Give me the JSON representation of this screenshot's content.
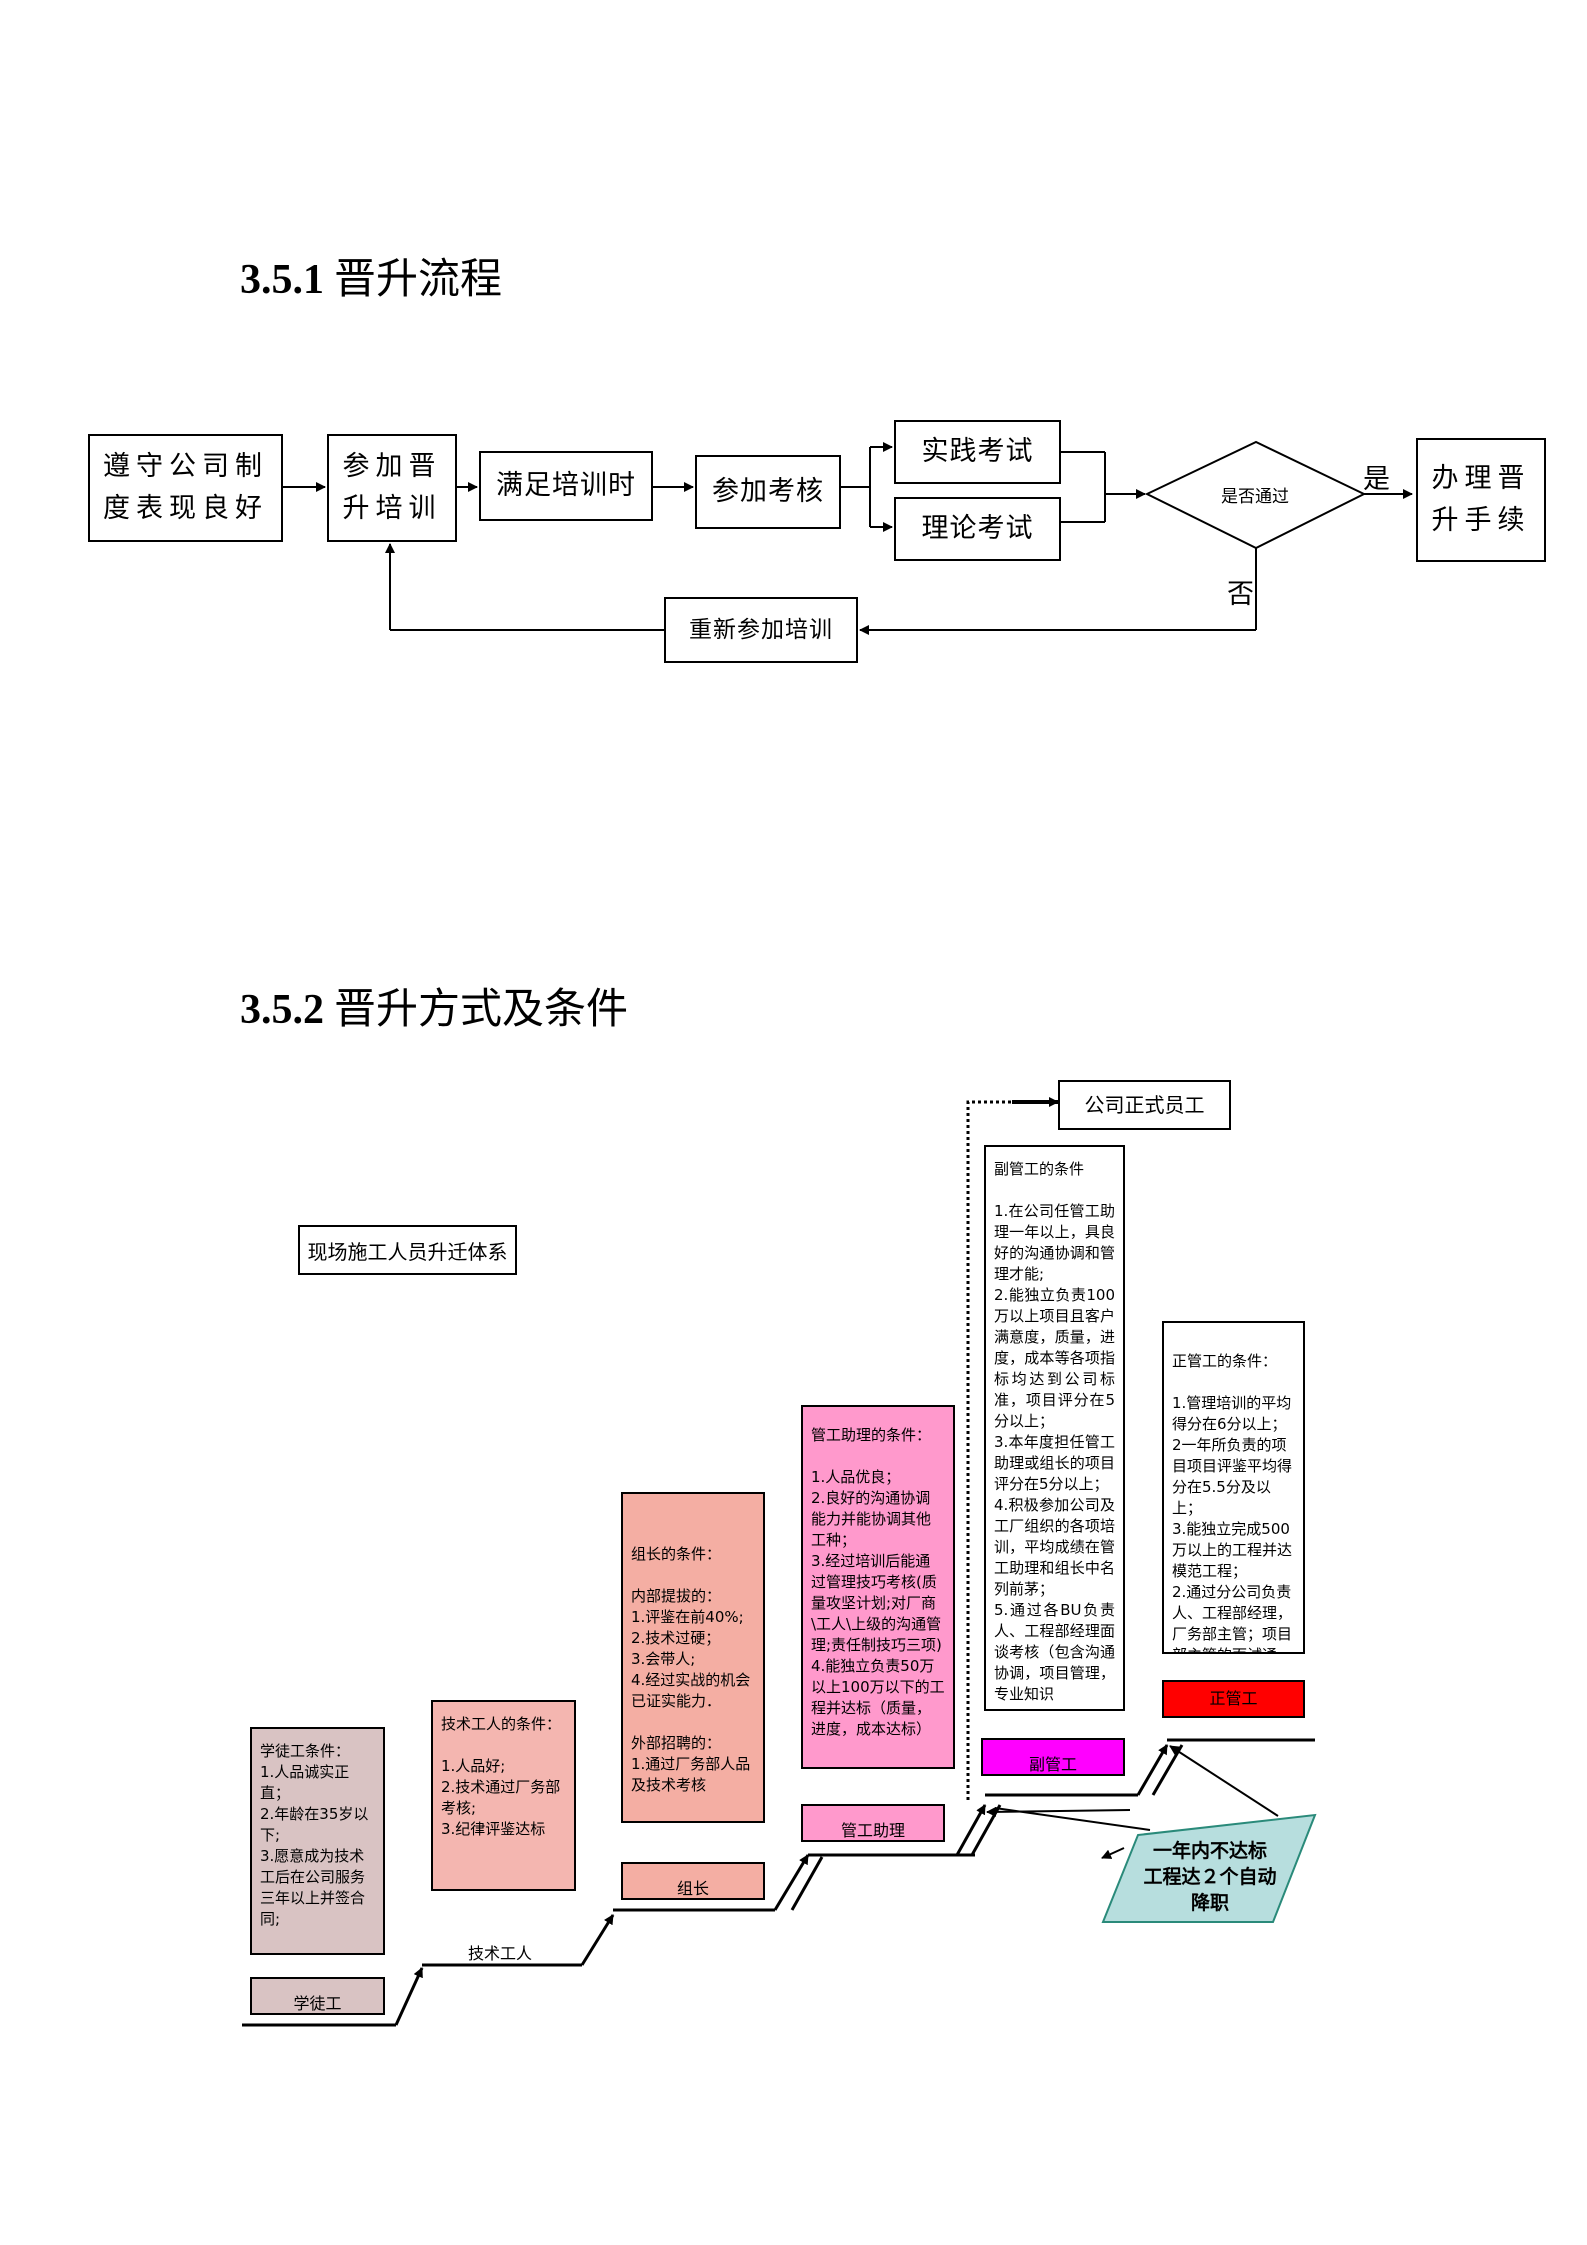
{
  "section_1": {
    "number": "3.5.1",
    "title": "晋升流程",
    "flow": {
      "step_conduct": "遵守公司制\n度表现良好",
      "step_training": "参加晋\n升培训",
      "step_hours": "满足培训时",
      "step_assess": "参加考核",
      "exam_practice": "实践考试",
      "exam_theory": "理论考试",
      "decision": "是否通过",
      "yes_label": "是",
      "no_label": "否",
      "step_procedure": "办理晋\n升手续",
      "step_retrain": "重新参加培训"
    }
  },
  "section_2": {
    "number": "3.5.2",
    "title": "晋升方式及条件",
    "system_title": "现场施工人员升迁体系",
    "top_target": "公司正式员工",
    "ranks": {
      "apprentice": "学徒工",
      "technician": "技术工人",
      "team_leader": "组长",
      "assistant_supervisor": "管工助理",
      "deputy_supervisor": "副管工",
      "supervisor": "正管工"
    },
    "conditions": {
      "apprentice": "学徒工条件：\n1.人品诚实正直；\n2.年龄在35岁以下;\n3.愿意成为技术工后在公司服务三年以上并签合同;",
      "technician": "技术工人的条件：\n\n1.人品好;\n2.技术通过厂务部考核;\n3.纪律评鉴达标",
      "team_leader": "组长的条件：\n\n内部提拔的：\n1.评鉴在前40%;\n2.技术过硬；\n3.会带人;\n4.经过实战的机会已证实能力．\n\n外部招聘的：\n1.通过厂务部人品及技术考核",
      "assistant_supervisor": "管工助理的条件：\n\n1.人品优良；\n2.良好的沟通协调能力并能协调其他工种；\n3.经过培训后能通过管理技巧考核(质量攻坚计划;对厂商\\工人\\上级的沟通管理;责任制技巧三项)\n4.能独立负责50万以上100万以下的工程并达标（质量，进度，成本达标）",
      "deputy_supervisor": "副管工的条件\n\n1.在公司任管工助理一年以上，具良好的沟通协调和管理才能;\n2.能独立负责100万以上项目且客户满意度，质量，进度，成本等各项指标均达到公司标准，项目评分在5分以上；\n3.本年度担任管工助理或组长的项目评分在5分以上；\n4.积极参加公司及工厂组织的各项培训，平均成绩在管工助理和组长中名列前茅；\n5.通过各BU负责人、工程部经理面谈考核（包含沟通协调，项目管理，专业知识",
      "supervisor": "正管工的条件：\n\n1.管理培训的平均得分在6分以上；\n2一年所负责的项目项目评鉴平均得分在5.5分及以上；\n3.能独立完成500万以上的工程并达模范工程；\n2.通过分公司负责人、工程部经理，厂务部主管；项目部主管的面试通过."
    },
    "demotion": "一年内不达标\n工程达２个自动\n降职",
    "colors": {
      "apprentice": "#d9c3c3",
      "technician": "#f4b6b0",
      "team_leader": "#f4aea3",
      "assistant_supervisor": "#ff99cc",
      "deputy_supervisor": "#ff00ff",
      "supervisor": "#ff0000",
      "demotion": "#b7dede"
    }
  }
}
